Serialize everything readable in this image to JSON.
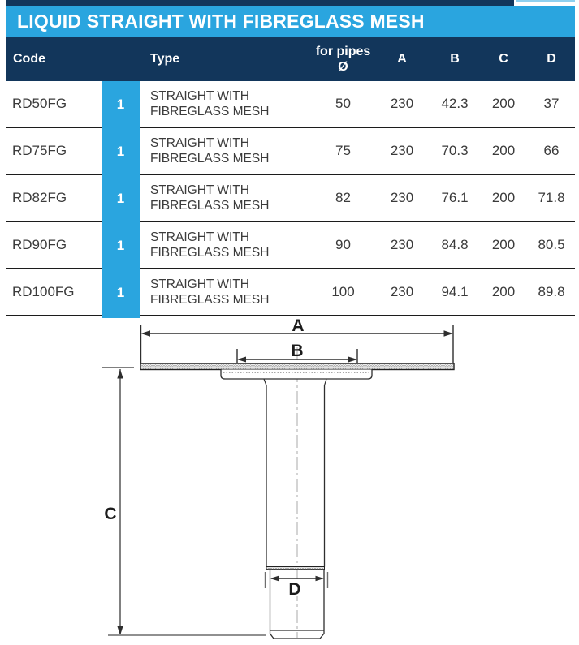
{
  "title": "LIQUID STRAIGHT WITH FIBREGLASS MESH",
  "colors": {
    "accent_blue": "#2AA5DF",
    "navy": "#12365B",
    "row_text": "#3b3b3b",
    "divider": "#1c1c1c"
  },
  "table": {
    "headers": {
      "code": "Code",
      "type": "Type",
      "pipes_line1": "for pipes",
      "pipes_line2": "Ø",
      "a": "A",
      "b": "B",
      "c": "C",
      "d": "D"
    },
    "rows": [
      {
        "code": "RD50FG",
        "qty": "1",
        "type_line1": "STRAIGHT WITH",
        "type_line2": "FIBREGLASS MESH",
        "pipes": "50",
        "a": "230",
        "b": "42.3",
        "c": "200",
        "d": "37"
      },
      {
        "code": "RD75FG",
        "qty": "1",
        "type_line1": "STRAIGHT WITH",
        "type_line2": "FIBREGLASS MESH",
        "pipes": "75",
        "a": "230",
        "b": "70.3",
        "c": "200",
        "d": "66"
      },
      {
        "code": "RD82FG",
        "qty": "1",
        "type_line1": "STRAIGHT WITH",
        "type_line2": "FIBREGLASS MESH",
        "pipes": "82",
        "a": "230",
        "b": "76.1",
        "c": "200",
        "d": "71.8"
      },
      {
        "code": "RD90FG",
        "qty": "1",
        "type_line1": "STRAIGHT WITH",
        "type_line2": "FIBREGLASS MESH",
        "pipes": "90",
        "a": "230",
        "b": "84.8",
        "c": "200",
        "d": "80.5"
      },
      {
        "code": "RD100FG",
        "qty": "1",
        "type_line1": "STRAIGHT WITH",
        "type_line2": "FIBREGLASS MESH",
        "pipes": "100",
        "a": "230",
        "b": "94.1",
        "c": "200",
        "d": "89.8"
      }
    ]
  },
  "diagram": {
    "labels": {
      "a": "A",
      "b": "B",
      "c": "C",
      "d": "D"
    }
  }
}
